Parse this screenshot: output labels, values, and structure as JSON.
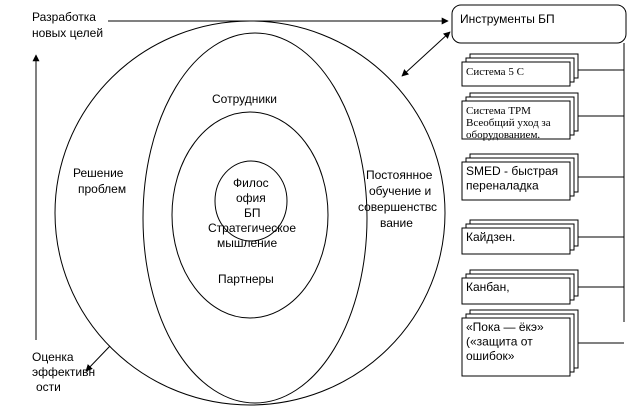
{
  "left_top_label": [
    "Разработка",
    "новых целей"
  ],
  "left_bottom_label": [
    "Оценка",
    "эффективн",
    "ости"
  ],
  "outer_ring_left": [
    "Решение",
    "проблем"
  ],
  "outer_ring_right": [
    "Постоянное",
    "обучение и",
    "совершенствс",
    "вание"
  ],
  "middle_ring_top": "Сотрудники",
  "core": [
    "Филос",
    "офия",
    "БП"
  ],
  "inner_ring_text": [
    "Стратегическое",
    "мышление"
  ],
  "inner_ring_bottom": "Партнеры",
  "tools_header": "Инструменты БП",
  "tools": [
    {
      "lines": [
        "Система 5 С"
      ],
      "serif": true
    },
    {
      "lines": [
        "Система ТРМ",
        "Всеобщий уход за",
        "оборудованием."
      ],
      "serif": true
    },
    {
      "lines": [
        "SMED - быстрая",
        "переналадка"
      ],
      "serif": false
    },
    {
      "lines": [
        "Кайдзен."
      ],
      "serif": false
    },
    {
      "lines": [
        "Канбан,"
      ],
      "serif": false
    },
    {
      "lines": [
        "«Пока — ёкэ»",
        "(«защита от",
        "ошибок»"
      ],
      "serif": false
    }
  ]
}
